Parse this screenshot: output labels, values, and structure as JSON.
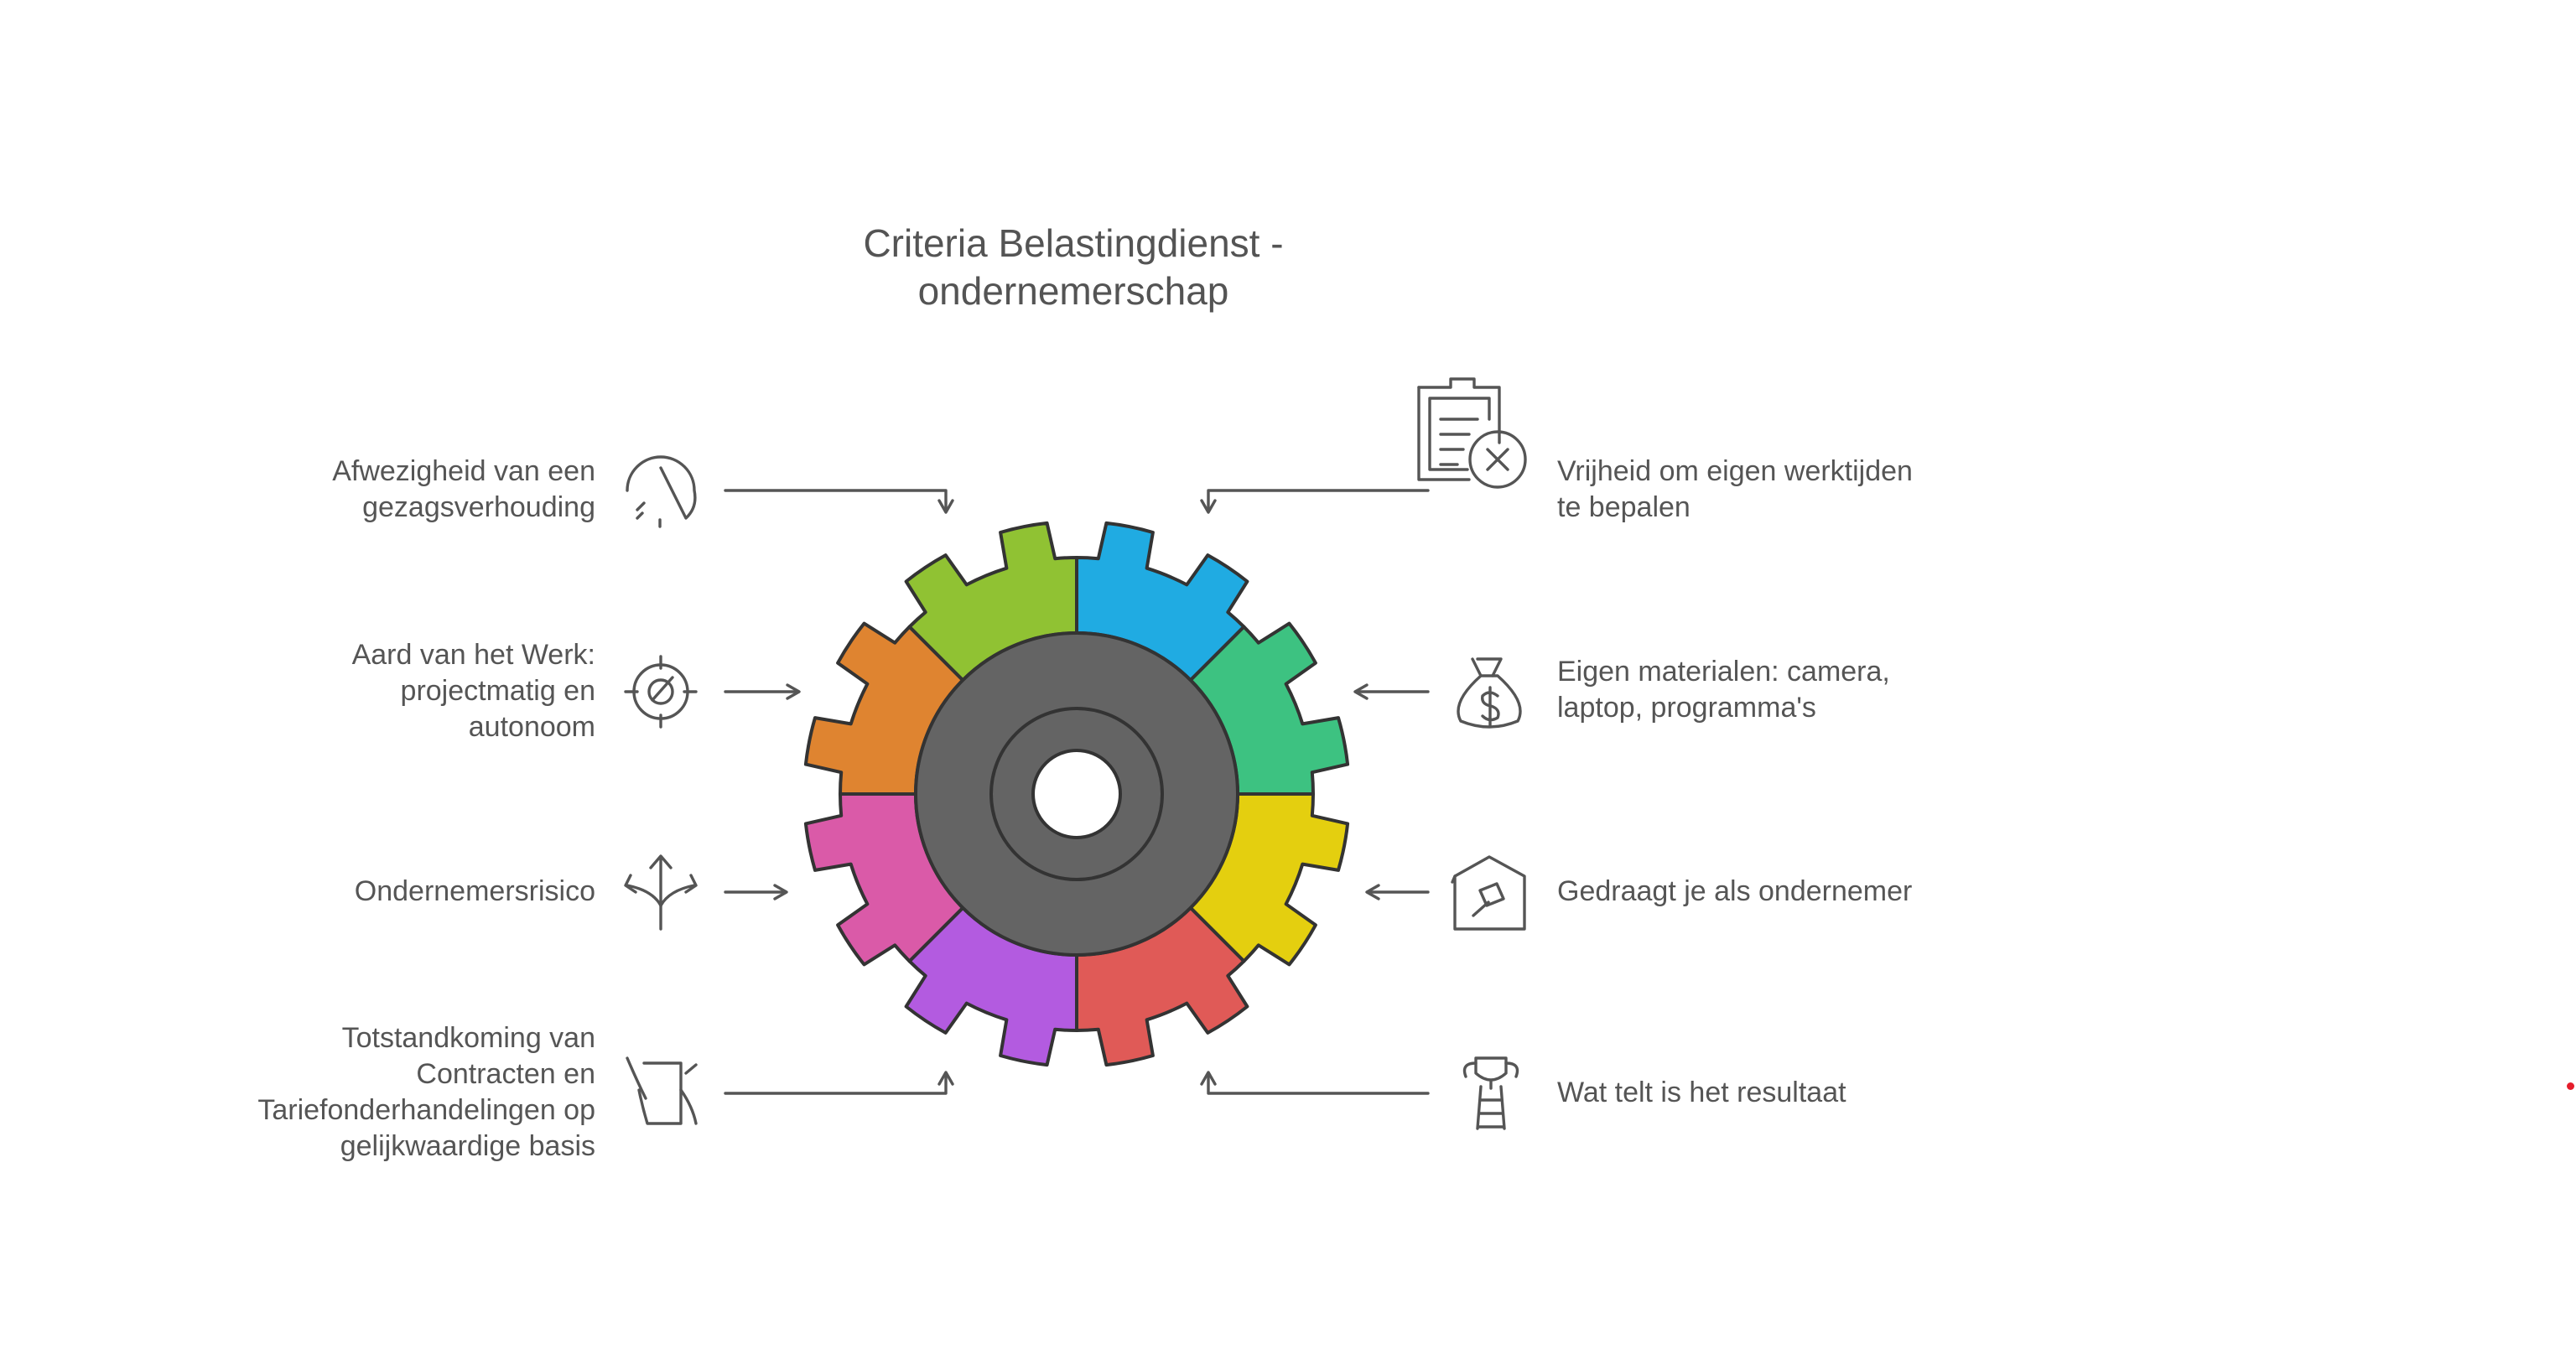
{
  "title": {
    "line1": "Criteria Belastingdienst -",
    "line2": "ondernemerschap"
  },
  "colors": {
    "text": "#555555",
    "outline": "#333333",
    "hub": "#646464",
    "hole": "#ffffff",
    "segments": [
      "#20abe2",
      "#3dc281",
      "#e4cf0f",
      "#e05a57",
      "#b35be0",
      "#da5aa8",
      "#df8430",
      "#90c233"
    ]
  },
  "criteria": [
    {
      "side": "left",
      "icon": "dome-umbrella-icon",
      "lines": [
        "Afwezigheid van een",
        "gezagsverhouding"
      ]
    },
    {
      "side": "left",
      "icon": "target-compass-icon",
      "lines": [
        "Aard van het Werk:",
        "projectmatig en",
        "autonoom"
      ]
    },
    {
      "side": "left",
      "icon": "branching-arrows-icon",
      "lines": [
        "Ondernemersrisico"
      ]
    },
    {
      "side": "left",
      "icon": "signing-contract-icon",
      "lines": [
        "Totstandkoming van",
        "Contracten en",
        "Tariefonderhandelingen op",
        "gelijkwaardige basis"
      ]
    },
    {
      "side": "right",
      "icon": "clipboard-cancel-icon",
      "lines": [
        "Vrijheid om eigen werktijden",
        "te bepalen"
      ]
    },
    {
      "side": "right",
      "icon": "money-bag-icon",
      "lines": [
        "Eigen materialen: camera,",
        "laptop, programma's"
      ]
    },
    {
      "side": "right",
      "icon": "house-hammer-icon",
      "lines": [
        "Gedraagt je als ondernemer"
      ]
    },
    {
      "side": "right",
      "icon": "trophy-ladder-icon",
      "lines": [
        "Wat telt is het resultaat"
      ]
    }
  ]
}
